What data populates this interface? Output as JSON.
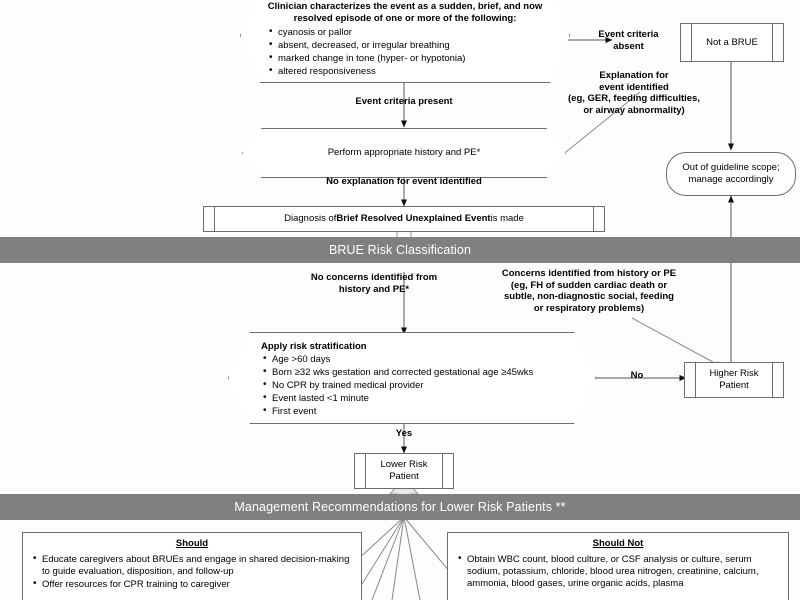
{
  "title": "BRUE Clinical Practice Guideline Algorithm",
  "colors": {
    "band": "#808080",
    "band_text": "#ffffff",
    "stroke": "#6d6d6d",
    "page": "#ffffff"
  },
  "nodes": {
    "characterize": {
      "shape": "hexagon",
      "heading": "Clinician characterizes the event as a sudden, brief, and now resolved episode of one or more of the following:",
      "bullets": [
        "cyanosis or pallor",
        "absent, decreased, or irregular breathing",
        "marked change in tone (hyper- or hypotonia)",
        "altered responsiveness"
      ]
    },
    "history_pe": {
      "shape": "hexagon",
      "text": "Perform appropriate history and PE*"
    },
    "diagnosis": {
      "shape": "predefined-process",
      "prefix": "Diagnosis of ",
      "bold": "Brief Resolved Unexplained Event",
      "suffix": " is made"
    },
    "not_a_brue": {
      "shape": "predefined-process",
      "text": "Not a BRUE"
    },
    "out_of_scope": {
      "shape": "stadium",
      "line1": "Out of guideline scope;",
      "line2": "manage accordingly"
    },
    "risk_stratification": {
      "shape": "hexagon",
      "heading": "Apply risk stratification",
      "bullets": [
        "Age >60 days",
        "Born ≥32 wks gestation and corrected gestational age ≥45wks",
        "No CPR by trained medical provider",
        "Event lasted <1 minute",
        "First event"
      ]
    },
    "higher_risk": {
      "shape": "predefined-process",
      "line1": "Higher Risk",
      "line2": "Patient"
    },
    "lower_risk": {
      "shape": "predefined-process",
      "line1": "Lower Risk",
      "line2": "Patient"
    },
    "should": {
      "shape": "rect",
      "heading": "Should",
      "bullets": [
        "Educate caregivers about BRUEs and engage in shared decision-making to guide evaluation, disposition, and follow-up",
        "Offer resources for CPR training to caregiver"
      ]
    },
    "should_not": {
      "shape": "rect",
      "heading": "Should Not",
      "bullets": [
        "Obtain WBC count, blood culture, or CSF analysis or culture, serum sodium, potassium, chloride, blood urea nitrogen, creatinine, calcium, ammonia, blood gases, urine organic acids, plasma"
      ]
    }
  },
  "bands": {
    "risk_classification": "BRUE Risk Classification",
    "management": "Management Recommendations for Lower Risk Patients **"
  },
  "edge_labels": {
    "event_criteria_absent": "Event criteria\nabsent",
    "explanation_identified": "Explanation for\nevent identified\n(eg, GER, feeding difficulties,\nor airway abnormality)",
    "event_criteria_present": "Event criteria present",
    "no_explanation": "No explanation for event identified",
    "no_concerns": "No concerns identified from\nhistory and PE*",
    "concerns": "Concerns identified from history or PE\n(eg, FH of sudden cardiac death or\nsubtle, non-diagnostic social, feeding\nor respiratory problems)",
    "no": "No",
    "yes": "Yes"
  }
}
